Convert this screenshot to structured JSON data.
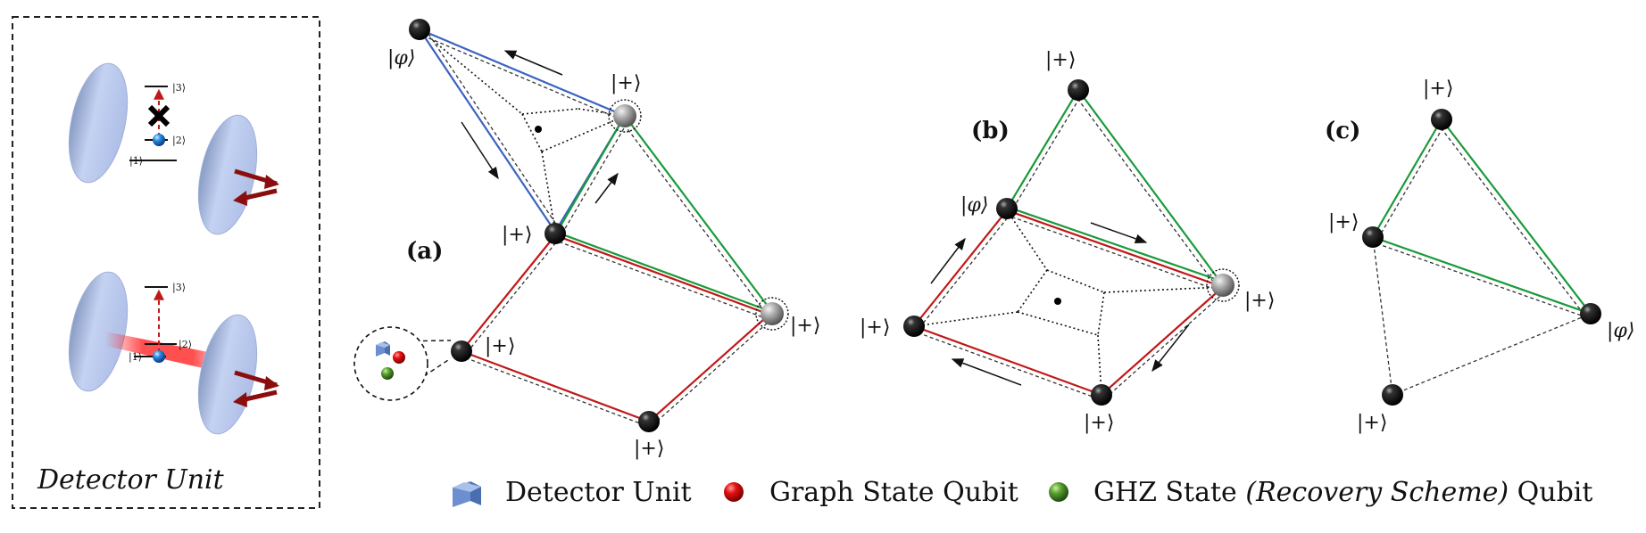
{
  "detector_unit_label": "Detector Unit",
  "levels": {
    "l1": "|1⟩",
    "l2": "|2⟩",
    "l3": "|3⟩"
  },
  "panels": {
    "a": {
      "label": "(a)",
      "phi": "|φ⟩",
      "plus": "|+⟩"
    },
    "b": {
      "label": "(b)",
      "phi": "|φ⟩",
      "plus": "|+⟩"
    },
    "c": {
      "label": "(c)",
      "phi": "|φ⟩",
      "plus": "|+⟩"
    }
  },
  "legend": {
    "detector": "Detector Unit",
    "graph": "Graph State Qubit",
    "ghz_prefix": "GHZ State ",
    "ghz_italic": "(Recovery Scheme)",
    "ghz_suffix": " Qubit"
  },
  "colors": {
    "graph_edge": "#c01818",
    "ghz_edge": "#1a9a3a",
    "phi_edge": "#3b64c0",
    "mirror": "#b8c8ec",
    "laser": "#ff3030",
    "photon_arrow": "#8b0d0d"
  }
}
